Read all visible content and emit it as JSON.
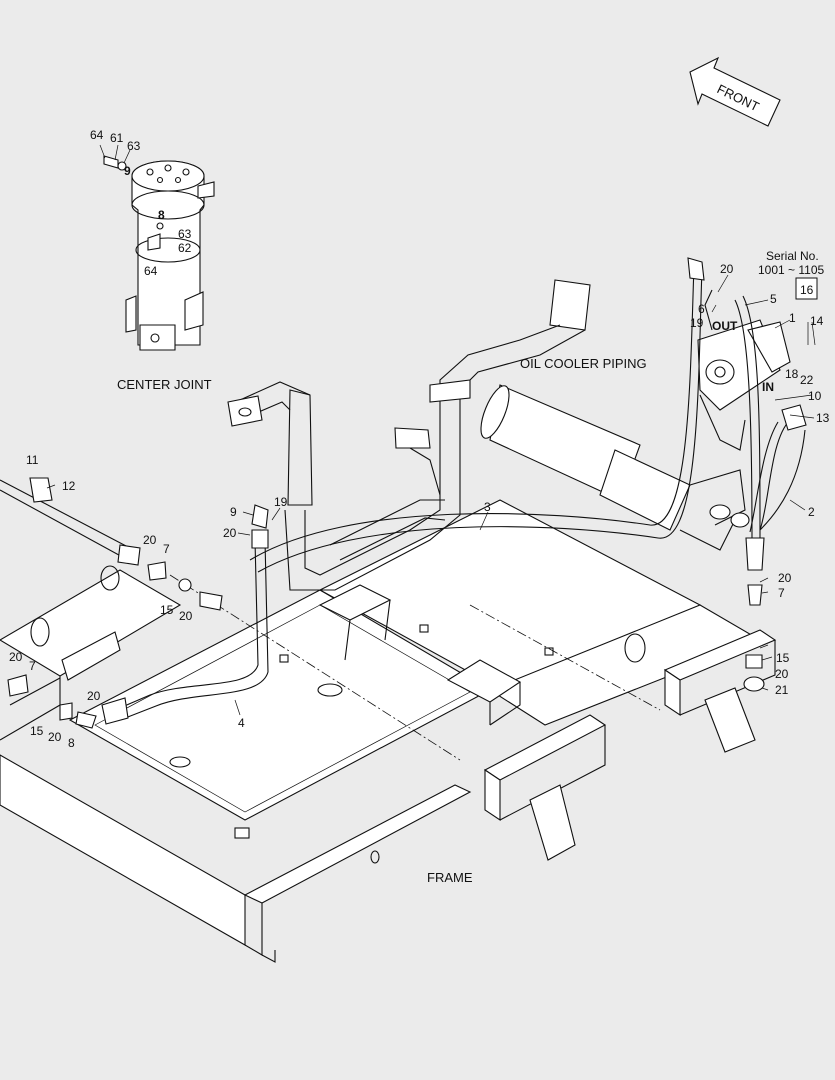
{
  "direction": {
    "label": "FRONT"
  },
  "assemblies": {
    "center_joint": "CENTER JOINT",
    "oil_cooler_piping": "OIL COOLER PIPING",
    "frame": "FRAME"
  },
  "serial": {
    "title": "Serial No.",
    "range": "1001 ~ 1105",
    "boxed_part": "16"
  },
  "port_labels": {
    "out": "OUT",
    "in": "IN"
  },
  "callouts": {
    "c64a": "64",
    "c61": "61",
    "c63a": "63",
    "c9a": "9",
    "c8a": "8",
    "c63b": "63",
    "c62": "62",
    "c64b": "64",
    "c20a": "20",
    "c5": "5",
    "c6": "6",
    "c19a": "19",
    "c1": "1",
    "c14": "14",
    "c18": "18",
    "c22": "22",
    "c10": "10",
    "c13": "13",
    "c2": "2",
    "c3": "3",
    "c11": "11",
    "c12": "12",
    "c9b": "9",
    "c19b": "19",
    "c20b": "20",
    "c20c": "20",
    "c7a": "7",
    "c15a": "15",
    "c20d": "20",
    "c20e": "20",
    "c7b": "7",
    "c15b": "15",
    "c20f": "20",
    "c8b": "8",
    "c20g": "20",
    "c4": "4",
    "c20h": "20",
    "c7c": "7",
    "c15c": "15",
    "c20i": "20",
    "c21": "21"
  }
}
